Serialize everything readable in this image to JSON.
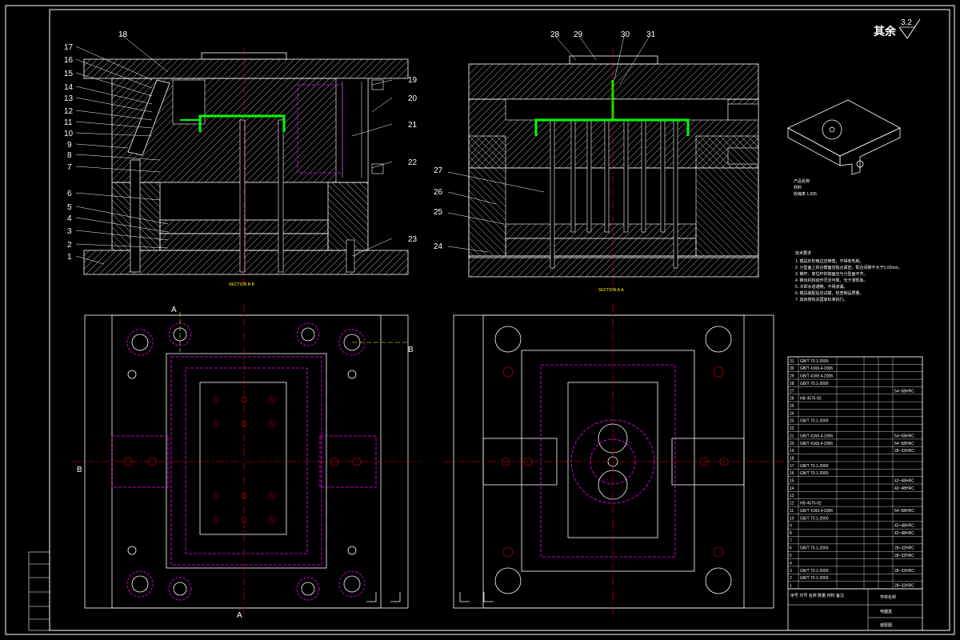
{
  "drawing": {
    "roughness_label": "其余",
    "roughness_value": "3.2",
    "section_bb_label": "SECTION B-B",
    "section_aa_label": "SECTION A-A",
    "cut_marks": {
      "a": "A",
      "b": "B"
    },
    "part_numbers_left": [
      "17",
      "16",
      "15",
      "14",
      "13",
      "12",
      "11",
      "10",
      "9",
      "8",
      "7",
      "6",
      "5",
      "4",
      "3",
      "2",
      "1"
    ],
    "part_number_18": "18",
    "part_numbers_right_left_view": [
      "19",
      "20",
      "21",
      "22",
      "23"
    ],
    "part_numbers_top_right_view": [
      "28",
      "29",
      "30",
      "31"
    ],
    "part_numbers_left_right_view": [
      "27",
      "26",
      "25",
      "24"
    ],
    "product_notes": [
      "产品名称",
      "材料",
      "收缩率 1.005"
    ],
    "tech_req_title": "技术要求",
    "tech_req_lines": [
      "1. 模具外形棱边应倒角，不得有毛刺。",
      "2. 分型面上的合模面应贴合紧密，配合间隙不大于0.02mm。",
      "3. 推杆、复位杆的端面应与分型面平齐。",
      "4. 推出机构动作灵活可靠，无卡滞现象。",
      "5. 冷却水道通畅，不得渗漏。",
      "6. 模具装配后应试模，检查制品质量。",
      "7. 其余按有关国家标准执行。"
    ],
    "bom_rows": [
      [
        "31",
        "GB/T 70.1-2000",
        "",
        ""
      ],
      [
        "30",
        "GB/T 4169.4-2006",
        "",
        ""
      ],
      [
        "29",
        "GB/T 4169.4-2006",
        "",
        ""
      ],
      [
        "28",
        "GB/T 70.1-2000",
        "",
        ""
      ],
      [
        "27",
        "",
        "",
        "54~58HRC"
      ],
      [
        "26",
        "HB 4575-92",
        "",
        ""
      ],
      [
        "25",
        "",
        "",
        ""
      ],
      [
        "24",
        "",
        "",
        ""
      ],
      [
        "23",
        "GB/T 70.1-2000",
        "",
        ""
      ],
      [
        "22",
        "",
        "",
        ""
      ],
      [
        "21",
        "GB/T 4169.4-2006",
        "",
        "54~58HRC"
      ],
      [
        "20",
        "GB/T 4169.4-2006",
        "",
        "54~58HRC"
      ],
      [
        "19",
        "",
        "",
        "28~32HRC"
      ],
      [
        "18",
        "",
        "",
        ""
      ],
      [
        "17",
        "GB/T 70.1-2000",
        "",
        ""
      ],
      [
        "16",
        "GB/T 70.1-2000",
        "",
        ""
      ],
      [
        "15",
        "",
        "",
        "42~48HRC"
      ],
      [
        "14",
        "",
        "",
        "42~48HRC"
      ],
      [
        "13",
        "",
        "",
        ""
      ],
      [
        "12",
        "HB 4575-92",
        "",
        ""
      ],
      [
        "11",
        "GB/T 4169.4-2006",
        "",
        "54~58HRC"
      ],
      [
        "10",
        "GB/T 70.1-2000",
        "",
        ""
      ],
      [
        "9",
        "",
        "",
        "42~48HRC"
      ],
      [
        "8",
        "",
        "",
        "42~48HRC"
      ],
      [
        "7",
        "",
        "",
        ""
      ],
      [
        "6",
        "GB/T 70.1-2000",
        "",
        "28~32HRC"
      ],
      [
        "5",
        "",
        "",
        "28~32HRC"
      ],
      [
        "4",
        "",
        "",
        ""
      ],
      [
        "3",
        "GB/T 70.1-2000",
        "",
        "28~32HRC"
      ],
      [
        "2",
        "GB/T 70.1-2000",
        "",
        ""
      ],
      [
        "1",
        "",
        "",
        "28~32HRC"
      ]
    ],
    "title_block": {
      "name": "学校名称",
      "drawing": "电器盒",
      "title2": "装配图",
      "header": "序号 代号 名称 数量 材料 备注"
    }
  }
}
